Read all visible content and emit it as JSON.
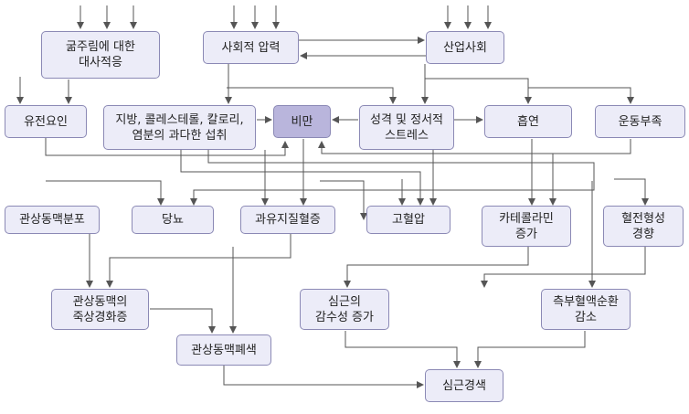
{
  "colors": {
    "node_fill": "#ececf8",
    "highlight_fill": "#b9b5dc",
    "border": "#8b89b5",
    "line": "#555555"
  },
  "nodes": {
    "starvation": "굶주림에 대한\n대사적응",
    "social_pressure": "사회적 압력",
    "industrial_society": "산업사회",
    "genetic": "유전요인",
    "overnutrition": "지방, 콜레스테롤, 칼로리,\n염분의 과다한 섭취",
    "obesity": "비만",
    "personality_stress": "성격 및 정서적\n스트레스",
    "smoking": "흡연",
    "inactivity": "운동부족",
    "coronary_distribution": "관상동맥분포",
    "diabetes": "당뇨",
    "hyperlipidemia": "과유지질혈증",
    "hypertension": "고혈압",
    "catecholamine": "카테콜라민\n증가",
    "thrombosis": "혈전형성\n경향",
    "atherosclerosis": "관상동맥의\n죽상경화증",
    "myocardial_sensitivity": "심근의\n감수성 증가",
    "collateral_decrease": "측부혈액순환\n감소",
    "coronary_occlusion": "관상동맥폐색",
    "myocardial_infarction": "심근경색"
  }
}
